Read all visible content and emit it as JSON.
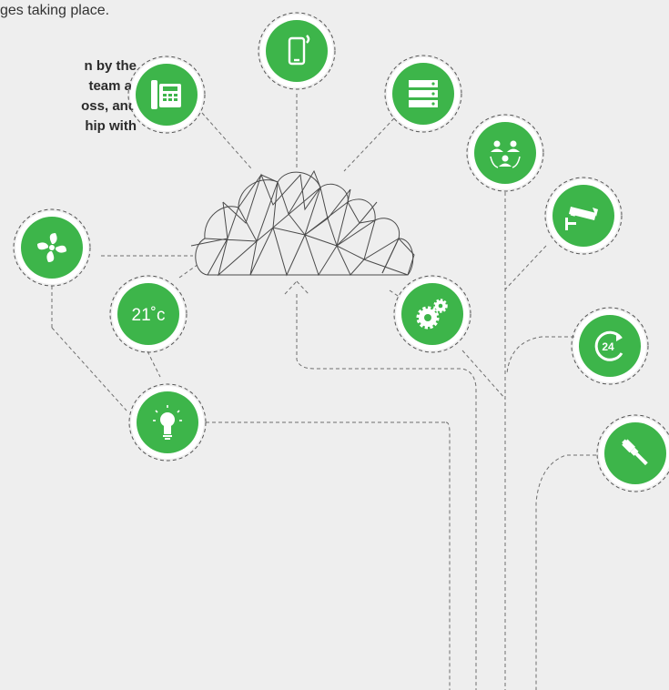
{
  "intro": {
    "top_line": "ges taking place.",
    "bold_lines": [
      "n by the",
      "team at",
      "oss, and",
      "hip with"
    ]
  },
  "colors": {
    "background": "#eeeeee",
    "node_green": "#3db54a",
    "node_ring": "#ffffff",
    "dashed_line": "#6e6e6e",
    "cloud_stroke": "#4a4a4a"
  },
  "nodes": [
    {
      "icon": "smartphone-icon"
    },
    {
      "icon": "desk-phone-icon"
    },
    {
      "icon": "server-icon"
    },
    {
      "icon": "people-network-icon"
    },
    {
      "icon": "security-camera-icon"
    },
    {
      "icon": "fan-icon"
    },
    {
      "icon": "thermostat-icon",
      "label": "21˚c"
    },
    {
      "icon": "gears-icon"
    },
    {
      "icon": "24-hour-icon",
      "label": "24"
    },
    {
      "icon": "lightbulb-icon"
    },
    {
      "icon": "ethernet-cable-icon"
    }
  ]
}
